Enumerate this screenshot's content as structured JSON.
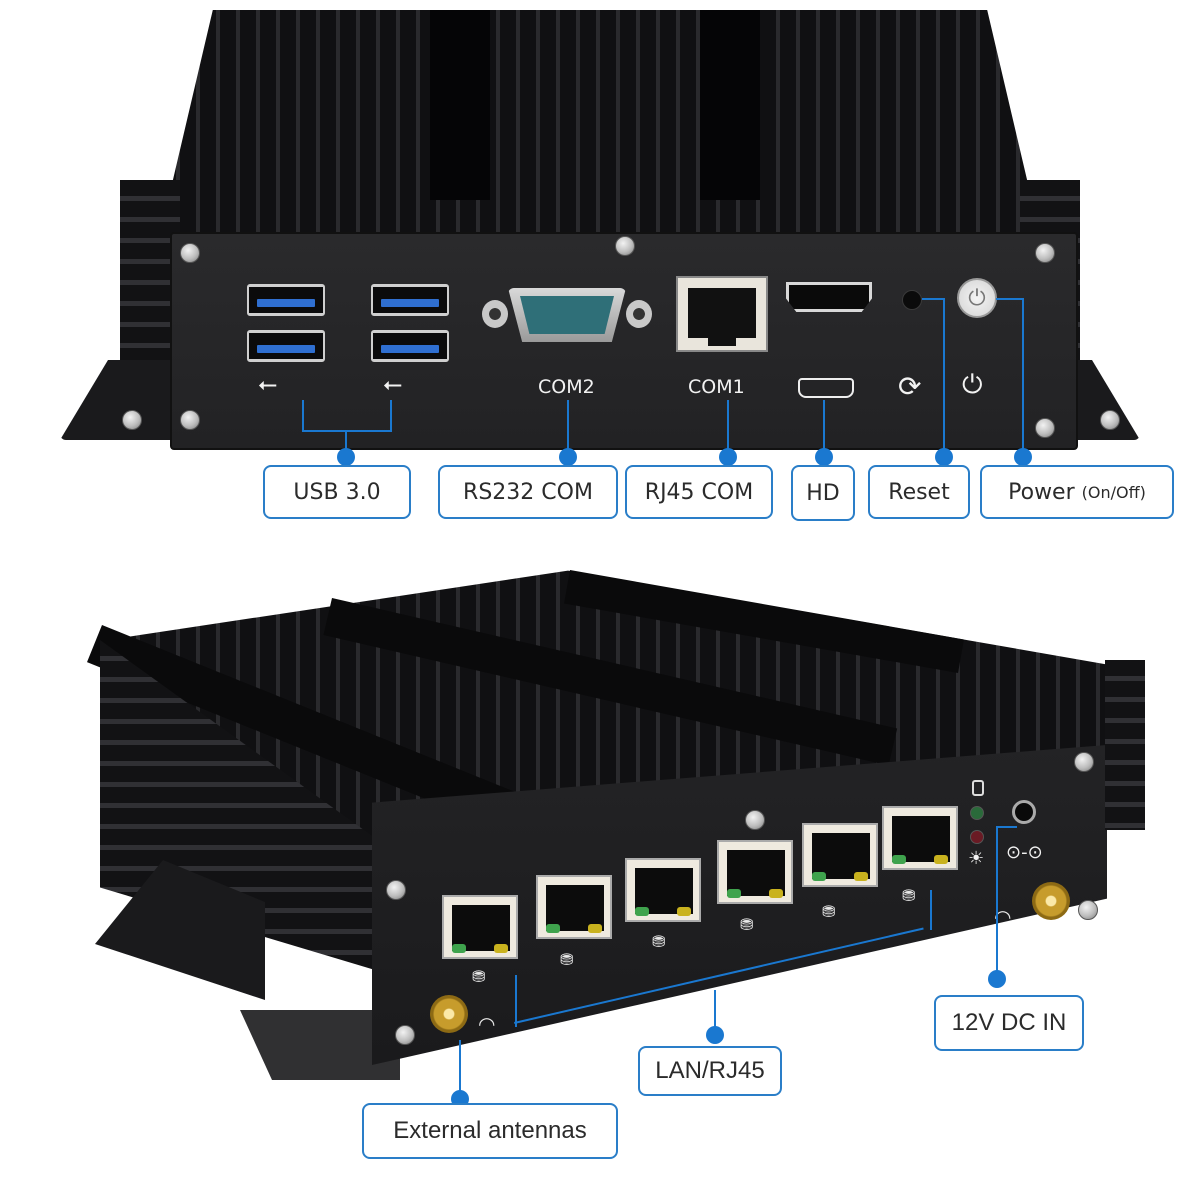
{
  "top_view": {
    "port_labels": {
      "com2": "COM2",
      "com1": "COM1"
    },
    "icons": [
      "usb-icon",
      "usb-icon",
      "hdmi-icon",
      "reset-icon",
      "power-icon"
    ],
    "callouts": [
      {
        "id": "usb",
        "label": "USB 3.0"
      },
      {
        "id": "rs232",
        "label": "RS232 COM"
      },
      {
        "id": "rj45com",
        "label": "RJ45 COM"
      },
      {
        "id": "hd",
        "label": "HD"
      },
      {
        "id": "reset",
        "label": "Reset"
      },
      {
        "id": "power",
        "label": "Power",
        "sub": "(On/Off)"
      }
    ]
  },
  "bottom_view": {
    "lan_port_count": 6,
    "indicator_icons": [
      "hdd-icon",
      "power-led-icon",
      "dc-in-icon",
      "wifi-icon"
    ],
    "callouts": [
      {
        "id": "lan",
        "label": "LAN/RJ45"
      },
      {
        "id": "dcin",
        "label": "12V DC IN"
      },
      {
        "id": "antenna",
        "label": "External antennas"
      }
    ]
  },
  "colors": {
    "accent": "#1a78d0",
    "callout_border": "#2a7ec8",
    "chassis": "#1a1a1c",
    "usb_blue": "#2f6fd1",
    "led_green": "#3fa34d",
    "led_yellow": "#c9b21e",
    "led_red": "#8a1e2a",
    "gold": "#c79c2c"
  }
}
